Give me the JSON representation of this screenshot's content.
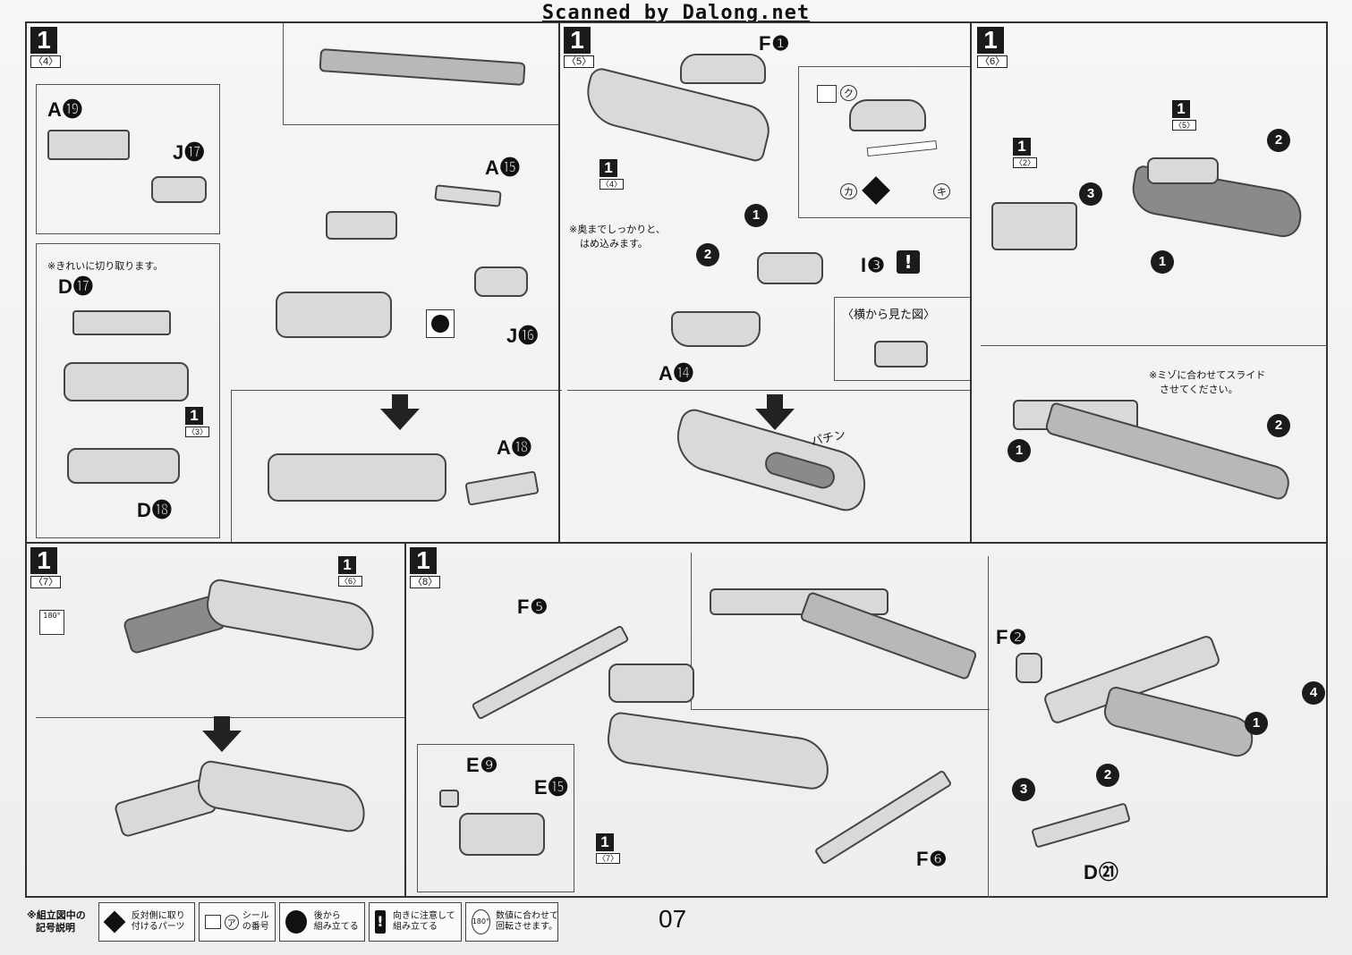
{
  "header": "Scanned by Dalong.net",
  "page_number": "07",
  "panels": {
    "p4": {
      "step": "1",
      "sub": "〈4〉",
      "labels": {
        "a19": "A⓳",
        "j17": "J⓱",
        "a15": "A⓯",
        "d17": "D⓱",
        "j16": "J⓰",
        "d18": "D⓲",
        "a18": "A⓲"
      },
      "note": "※きれいに切り取ります。",
      "ref_step": "1",
      "ref_sub": "〈3〉"
    },
    "p5": {
      "step": "1",
      "sub": "〈5〉",
      "labels": {
        "f1": "F❶",
        "a14": "A⓮",
        "i3": "I❸"
      },
      "note_line1": "※奥までしっかりと、",
      "note_line2": "はめ込みます。",
      "side_view": "〈横から見た図〉",
      "sticker_ku": "ク",
      "sticker_ka": "カ",
      "sticker_ki": "キ",
      "sfx": "パチン",
      "ref_step": "1",
      "ref_sub": "〈4〉"
    },
    "p6": {
      "step": "1",
      "sub": "〈6〉",
      "note_line1": "※ミゾに合わせてスライド",
      "note_line2": "させてください。",
      "ref_a_step": "1",
      "ref_a_sub": "〈2〉",
      "ref_b_step": "1",
      "ref_b_sub": "〈5〉"
    },
    "p7": {
      "step": "1",
      "sub": "〈7〉",
      "ref_step": "1",
      "ref_sub": "〈6〉",
      "rotate": "180°"
    },
    "p8": {
      "step": "1",
      "sub": "〈8〉",
      "labels": {
        "f5": "F❺",
        "f6": "F❻",
        "e9": "E❾",
        "e15": "E⓯",
        "f2": "F❷",
        "d21": "D㉑"
      },
      "ref_step": "1",
      "ref_sub": "〈7〉"
    }
  },
  "legend": {
    "title_line1": "※組立図中の",
    "title_line2": "記号説明",
    "items": [
      {
        "icon": "swap-sides-icon",
        "line1": "反対側に取り",
        "line2": "付けるパーツ"
      },
      {
        "icon": "sticker-icon",
        "line1": "シール",
        "line2": "の番号",
        "glyph": "ア"
      },
      {
        "icon": "assemble-later-icon",
        "line1": "後から",
        "line2": "組み立てる"
      },
      {
        "icon": "caution-icon",
        "line1": "向きに注意して",
        "line2": "組み立てる"
      },
      {
        "icon": "rotate-180-icon",
        "line1": "数値に合わせて",
        "line2": "回転させます。",
        "glyph": "180°"
      }
    ]
  }
}
